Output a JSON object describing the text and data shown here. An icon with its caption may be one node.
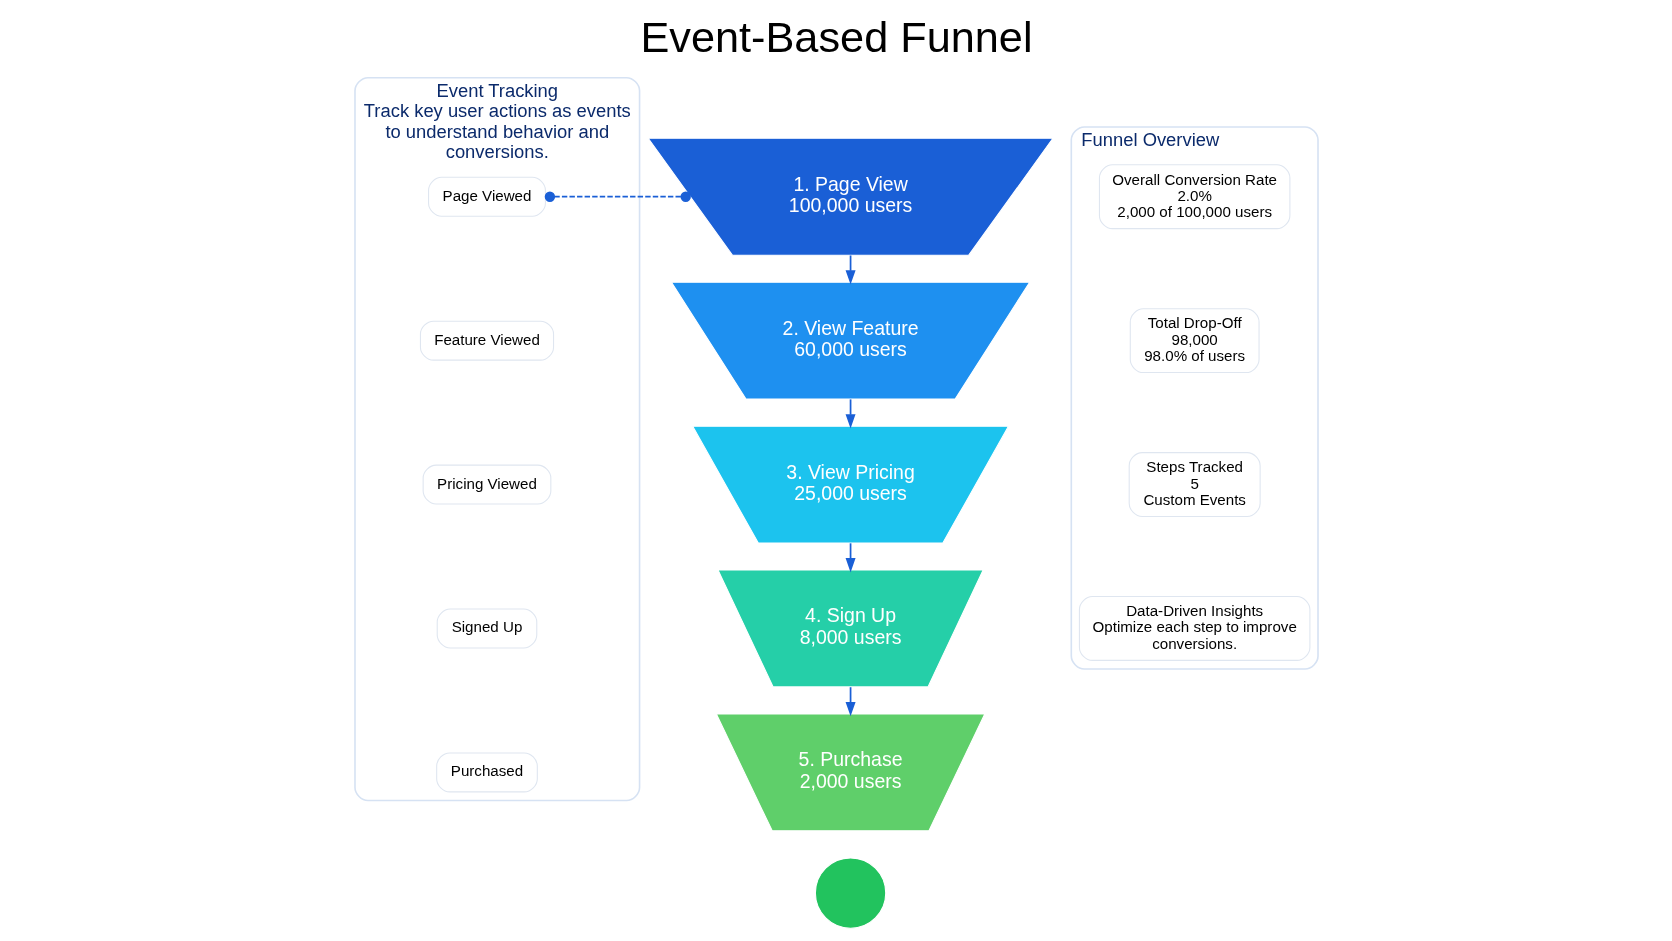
{
  "diagram": {
    "title": "Event-Based Funnel",
    "nodes": [
      {
        "text": [
          "Event Tracking",
          "Track key user actions as events to understand behavior and conversions."
        ]
      },
      {
        "text": [
          "Page Viewed"
        ],
        "in": 0
      },
      {
        "text": [
          "Feature Viewed"
        ],
        "in": 0
      },
      {
        "text": [
          "Pricing Viewed"
        ],
        "in": 0
      },
      {
        "text": [
          "Signed Up"
        ],
        "in": 0
      },
      {
        "text": [
          "Purchased"
        ],
        "in": 0
      },
      {
        "text": [
          "1. Page View",
          "100,000 users"
        ]
      },
      {
        "text": [
          "2. View Feature",
          "60,000 users"
        ]
      },
      {
        "text": [
          "3. View Pricing",
          "25,000 users"
        ]
      },
      {
        "text": [
          "4. Sign Up",
          "8,000 users"
        ]
      },
      {
        "text": [
          "5. Purchase",
          "2,000 users"
        ]
      },
      {
        "text": [],
        "shape": "circle"
      },
      {
        "text": [
          "Funnel Overview"
        ]
      },
      {
        "text": [
          "Overall Conversion Rate",
          "2.0%",
          "2,000 of 100,000 users"
        ],
        "in": 12
      },
      {
        "text": [
          "Total Drop-Off",
          "98,000",
          "98.0% of users"
        ],
        "in": 12
      },
      {
        "text": [
          "Steps Tracked",
          "5",
          "Custom Events"
        ],
        "in": 12
      },
      {
        "text": [
          "Data-Driven Insights",
          "Optimize each step to improve conversions."
        ],
        "in": 12
      }
    ],
    "edges": [
      {
        "from": 1,
        "to": 6,
        "arrow": "other",
        "style": "dashed"
      },
      {
        "from": 6,
        "to": 7,
        "arrow": "to"
      },
      {
        "from": 7,
        "to": 8,
        "arrow": "to"
      },
      {
        "from": 8,
        "to": 9,
        "arrow": "to"
      },
      {
        "from": 9,
        "to": 10,
        "arrow": "to"
      }
    ]
  }
}
